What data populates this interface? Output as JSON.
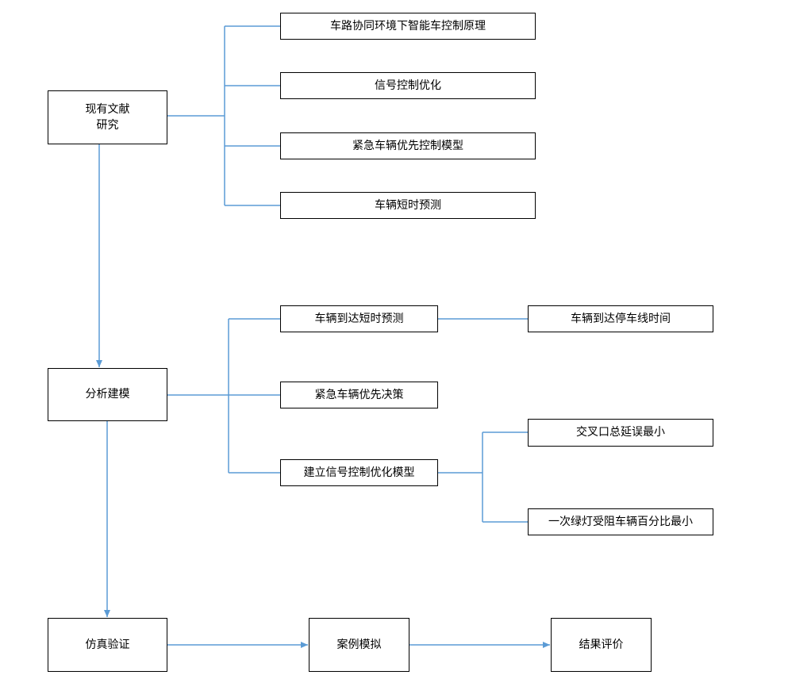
{
  "colors": {
    "line": "#5b9bd5",
    "box_border": "#000000"
  },
  "nodes": {
    "review": "现有文献\n研究",
    "principle": "车路协同环境下智能车控制原理",
    "signal_opt": "信号控制优化",
    "emergency_model": "紧急车辆优先控制模型",
    "short_pred": "车辆短时预测",
    "modeling": "分析建模",
    "arrival_pred": "车辆到达短时预测",
    "stopline_time": "车辆到达停车线时间",
    "emergency_decision": "紧急车辆优先决策",
    "build_signal": "建立信号控制优化模型",
    "min_delay": "交叉口总延误最小",
    "min_blocked": "一次绿灯受阻车辆百分比最小",
    "simulation": "仿真验证",
    "case_sim": "案例模拟",
    "evaluation": "结果评价"
  }
}
